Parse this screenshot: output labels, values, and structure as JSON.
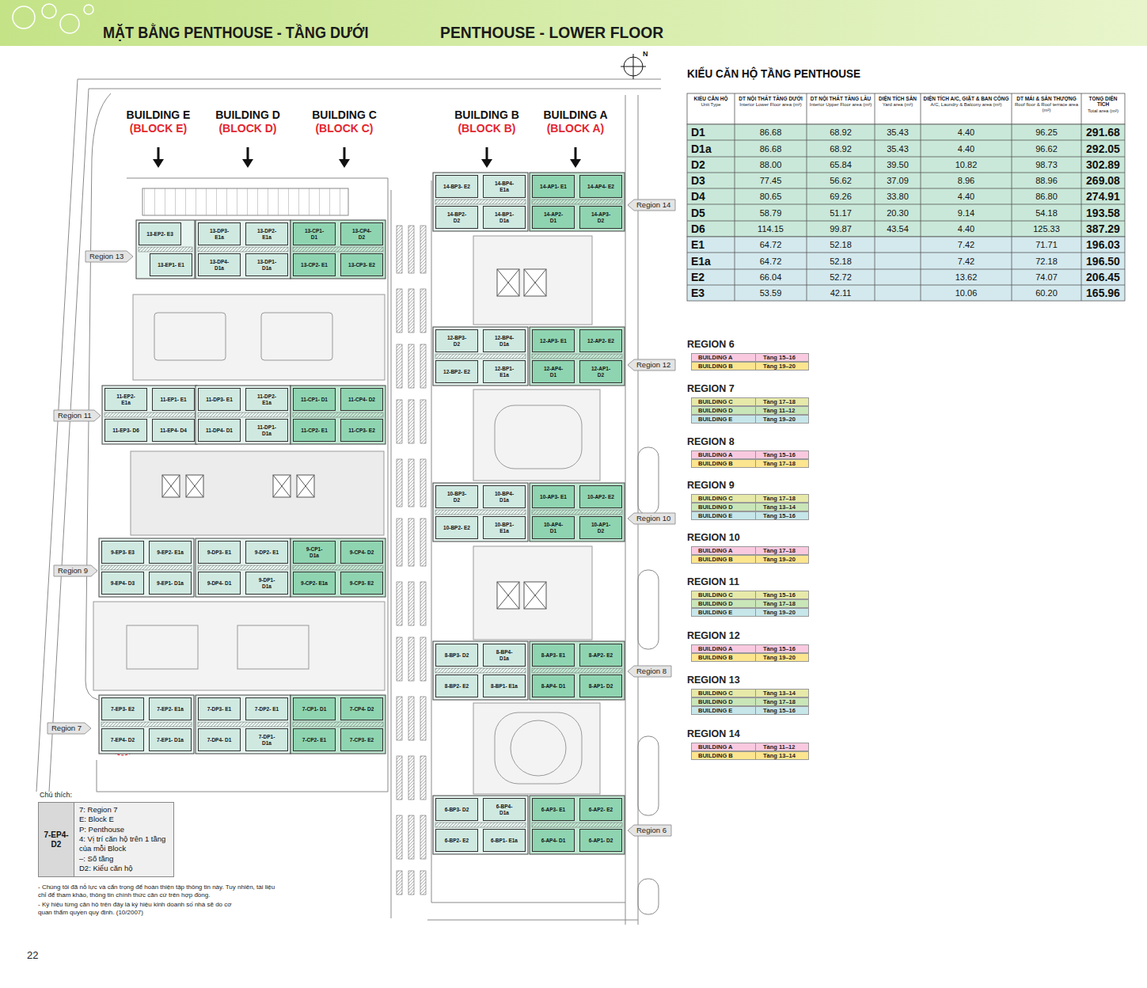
{
  "diagram": {
    "title": "MẶT BẰNG PENTHOUSE - TẦNG DƯỚI",
    "nodes": [
      {
        "text": [
          "13-EP2- E3"
        ]
      },
      {
        "text": [
          "13-EP1- E1"
        ]
      },
      {
        "text": [
          "13-DP3- E1a"
        ]
      },
      {
        "text": [
          "13-DP2- E1a"
        ]
      },
      {
        "text": [
          "13-DP4- D1a"
        ]
      },
      {
        "text": [
          "13-DP1- D1a"
        ]
      },
      {
        "text": [
          "13-CP1- D1"
        ]
      },
      {
        "text": [
          "13-CP4- D2"
        ]
      },
      {
        "text": [
          "13-CP2- E1"
        ]
      },
      {
        "text": [
          "13-CP3- E2"
        ]
      },
      {
        "text": [
          "11-EP2- E1a"
        ]
      },
      {
        "text": [
          "11-EP1- E1"
        ]
      },
      {
        "text": [
          "11-EP3- D6"
        ]
      },
      {
        "text": [
          "11-EP4- D4"
        ]
      },
      {
        "text": [
          "11-DP3- E1"
        ]
      },
      {
        "text": [
          "11-DP2- E1a"
        ]
      },
      {
        "text": [
          "11-DP4- D1"
        ]
      },
      {
        "text": [
          "11-DP1- D1a"
        ]
      },
      {
        "text": [
          "11-CP1- D1"
        ]
      },
      {
        "text": [
          "11-CP4- D2"
        ]
      },
      {
        "text": [
          "11-CP2- E1"
        ]
      },
      {
        "text": [
          "11-CP3- E2"
        ]
      },
      {
        "text": [
          "9-EP3- E3"
        ]
      },
      {
        "text": [
          "9-EP2- E1a"
        ]
      },
      {
        "text": [
          "9-EP4- D3"
        ]
      },
      {
        "text": [
          "9-EP1- D1a"
        ]
      },
      {
        "text": [
          "9-DP3- E1"
        ]
      },
      {
        "text": [
          "9-DP2- E1"
        ]
      },
      {
        "text": [
          "9-DP4- D1"
        ]
      },
      {
        "text": [
          "9-DP1- D1a"
        ]
      },
      {
        "text": [
          "9-CP1- D1a"
        ]
      },
      {
        "text": [
          "9-CP4- D2"
        ]
      },
      {
        "text": [
          "9-CP2- E1a"
        ]
      },
      {
        "text": [
          "9-CP3- E2"
        ]
      },
      {
        "text": [
          "7-EP3- E2"
        ]
      },
      {
        "text": [
          "7-EP2- E1a"
        ]
      },
      {
        "text": [
          "7-EP4- D2"
        ]
      },
      {
        "text": [
          "7-EP1- D1a"
        ]
      },
      {
        "text": [
          "7-DP3- E1"
        ]
      },
      {
        "text": [
          "7-DP2- E1"
        ]
      },
      {
        "text": [
          "7-DP4- D1"
        ]
      },
      {
        "text": [
          "7-DP1- D1a"
        ]
      },
      {
        "text": [
          "7-CP1- D1"
        ]
      },
      {
        "text": [
          "7-CP4- D2"
        ]
      },
      {
        "text": [
          "7-CP2- E1"
        ]
      },
      {
        "text": [
          "7-CP3- E2"
        ]
      },
      {
        "text": [
          "14-BP3- E2"
        ]
      },
      {
        "text": [
          "14-BP4- E1a"
        ]
      },
      {
        "text": [
          "14-BP2- D2"
        ]
      },
      {
        "text": [
          "14-BP1- D1a"
        ]
      },
      {
        "text": [
          "14-AP1- E1"
        ]
      },
      {
        "text": [
          "14-AP4- E2"
        ]
      },
      {
        "text": [
          "14-AP2- D1"
        ]
      },
      {
        "text": [
          "14-AP3- D2"
        ]
      },
      {
        "text": [
          "12-BP3- D2"
        ]
      },
      {
        "text": [
          "12-BP4- D1a"
        ]
      },
      {
        "text": [
          "12-BP2- E2"
        ]
      },
      {
        "text": [
          "12-BP1- E1a"
        ]
      },
      {
        "text": [
          "12-AP3- E1"
        ]
      },
      {
        "text": [
          "12-AP2- E2"
        ]
      },
      {
        "text": [
          "12-AP4- D1"
        ]
      },
      {
        "text": [
          "12-AP1- D2"
        ]
      },
      {
        "text": [
          "10-BP3- D2"
        ]
      },
      {
        "text": [
          "10-BP4- D1a"
        ]
      },
      {
        "text": [
          "10-BP2- E2"
        ]
      },
      {
        "text": [
          "10-BP1- E1a"
        ]
      },
      {
        "text": [
          "10-AP3- E1"
        ]
      },
      {
        "text": [
          "10-AP2- E2"
        ]
      },
      {
        "text": [
          "10-AP4- D1"
        ]
      },
      {
        "text": [
          "10-AP1- D2"
        ]
      },
      {
        "text": [
          "8-BP3- D2"
        ]
      },
      {
        "text": [
          "8-BP4- D1a"
        ]
      },
      {
        "text": [
          "8-BP2- E2"
        ]
      },
      {
        "text": [
          "8-BP1- E1a"
        ]
      },
      {
        "text": [
          "8-AP3- E1"
        ]
      },
      {
        "text": [
          "8-AP2- E2"
        ]
      },
      {
        "text": [
          "8-AP4- D1"
        ]
      },
      {
        "text": [
          "8-AP1- D2"
        ]
      },
      {
        "text": [
          "6-BP3- D2"
        ]
      },
      {
        "text": [
          "6-BP4- D1a"
        ]
      },
      {
        "text": [
          "6-BP2- E2"
        ]
      },
      {
        "text": [
          "6-BP1- E1a"
        ]
      },
      {
        "text": [
          "6-AP3- E1"
        ]
      },
      {
        "text": [
          "6-AP2- E2"
        ]
      },
      {
        "text": [
          "6-AP4- D1"
        ]
      },
      {
        "text": [
          "6-AP1- D2"
        ]
      },
      {
        "text": [
          "Region 13"
        ]
      },
      {
        "text": [
          "Region 11"
        ]
      },
      {
        "text": [
          "Region 9"
        ]
      },
      {
        "text": [
          "Region 7"
        ]
      },
      {
        "text": [
          "Region 14"
        ]
      },
      {
        "text": [
          "Region 12"
        ]
      },
      {
        "text": [
          "Region 10"
        ]
      },
      {
        "text": [
          "Region 8"
        ]
      },
      {
        "text": [
          "Region 6"
        ]
      },
      {
        "text": [
          "7-EP4- D2",
          "7: Region 7",
          "E: Block E",
          "P: Penthouse",
          "4: Vị trí căn hộ trên 1 tầng của mỗi Block",
          "–: Số tầng",
          "D2: Kiểu căn hộ"
        ]
      }
    ],
    "labels": [
      "PENTHOUSE - LOWER FLOOR",
      "BUILDING E",
      "(BLOCK E)",
      "BUILDING D",
      "(BLOCK D)",
      "BUILDING C",
      "(BLOCK C)",
      "BUILDING B",
      "(BLOCK B)",
      "BUILDING A",
      "(BLOCK A)",
      "N",
      "KIỂU CĂN HỘ TẦNG PENTHOUSE",
      "KIỂU CĂN HỘ",
      "Unit Type",
      "DT NỘI THẤT TẦNG DƯỚI",
      "Interior Lower Floor area (m²)",
      "DT NỘI THẤT TẦNG LẦU",
      "Interior Upper Floor area (m²)",
      "DIỆN TÍCH SÂN",
      "Yard area (m²)",
      "DIỆN TÍCH A/C, GIẶT & BAN CÔNG",
      "A/C, Laundry & Balcony area (m²)",
      "DT MÁI & SÂN THƯỢNG",
      "Roof floor & Roof terrace area (m²)",
      "TỔNG DIỆN TÍCH",
      "Total area (m²)",
      "D1",
      "86.68",
      "68.92",
      "35.43",
      "4.40",
      "96.25",
      "291.68",
      "D1a",
      "86.68",
      "68.92",
      "35.43",
      "4.40",
      "96.62",
      "292.05",
      "D2",
      "88.00",
      "65.84",
      "39.50",
      "10.82",
      "98.73",
      "302.89",
      "D3",
      "77.45",
      "56.62",
      "37.09",
      "8.96",
      "88.96",
      "269.08",
      "D4",
      "80.65",
      "69.26",
      "33.80",
      "4.40",
      "86.80",
      "274.91",
      "D5",
      "58.79",
      "51.17",
      "20.30",
      "9.14",
      "54.18",
      "193.58",
      "D6",
      "114.15",
      "99.87",
      "43.54",
      "4.40",
      "125.33",
      "387.29",
      "E1",
      "64.72",
      "52.18",
      "7.42",
      "71.71",
      "196.03",
      "E1a",
      "64.72",
      "52.18",
      "7.42",
      "72.18",
      "196.50",
      "E2",
      "66.04",
      "52.72",
      "13.62",
      "74.07",
      "206.45",
      "E3",
      "53.59",
      "42.11",
      "10.06",
      "60.20",
      "165.96",
      "REGION 6",
      "BUILDING A",
      "Tầng 15–16",
      "BUILDING B",
      "Tầng 19–20",
      "REGION 7",
      "BUILDING C",
      "Tầng 17–18",
      "BUILDING D",
      "Tầng 11–12",
      "BUILDING E",
      "Tầng 19–20",
      "REGION 8",
      "BUILDING A",
      "Tầng 15–16",
      "BUILDING B",
      "Tầng 17–18",
      "REGION 9",
      "BUILDING C",
      "Tầng 17–18",
      "BUILDING D",
      "Tầng 13–14",
      "BUILDING E",
      "Tầng 15–16",
      "REGION 10",
      "BUILDING A",
      "Tầng 17–18",
      "BUILDING B",
      "Tầng 19–20",
      "REGION 11",
      "BUILDING C",
      "Tầng 15–16",
      "BUILDING D",
      "Tầng 17–18",
      "BUILDING E",
      "Tầng 19–20",
      "REGION 12",
      "BUILDING A",
      "Tầng 15–16",
      "BUILDING B",
      "Tầng 19–20",
      "REGION 13",
      "BUILDING C",
      "Tầng 13–14",
      "BUILDING D",
      "Tầng 17–18",
      "BUILDING E",
      "Tầng 15–16",
      "REGION 14",
      "BUILDING A",
      "Tầng 11–12",
      "BUILDING B",
      "Tầng 13–14",
      "Chú thích:",
      "- Chúng tôi đã nỗ lực và cẩn trọng để hoàn thiện tập thông tin này. Tuy nhiên, tài liệu chỉ để tham khảo, thông tin chính thức căn cứ trên hợp đồng.",
      "- Ký hiệu từng căn hộ trên đây là ký hiệu kinh doanh số nhà sẽ do cơ quan thẩm quyền quy định. (10/2007)",
      "22"
    ]
  }
}
